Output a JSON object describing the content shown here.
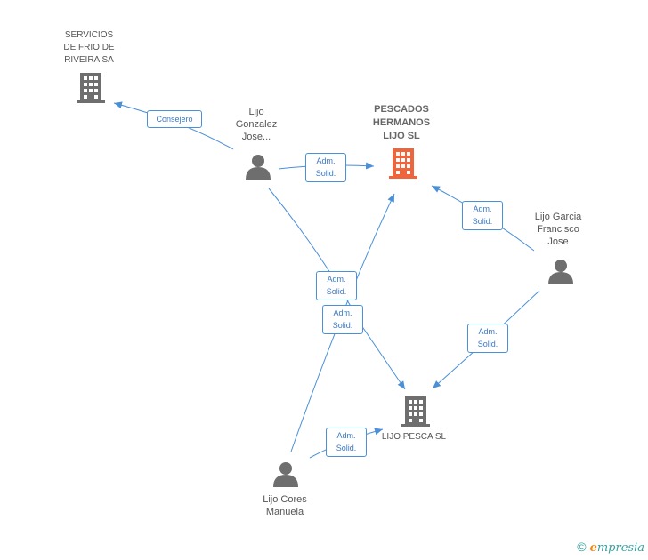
{
  "nodes": {
    "servicios": {
      "lines": [
        "SERVICIOS",
        "DE FRIO DE",
        "RIVEIRA SA"
      ]
    },
    "pescados": {
      "lines": [
        "PESCADOS",
        "HERMANOS",
        "LIJO SL"
      ]
    },
    "lijo_pesca": {
      "lines": [
        "LIJO PESCA SL"
      ]
    },
    "gonzalez": {
      "lines": [
        "Lijo",
        "Gonzalez",
        "Jose..."
      ]
    },
    "garcia": {
      "lines": [
        "Lijo Garcia",
        "Francisco",
        "Jose"
      ]
    },
    "cores": {
      "lines": [
        "Lijo Cores",
        "Manuela"
      ]
    }
  },
  "edges": {
    "consejero": {
      "lines": [
        "Consejero"
      ]
    },
    "gonzalez_pescados": {
      "lines": [
        "Adm.",
        "Solid."
      ]
    },
    "garcia_pescados": {
      "lines": [
        "Adm.",
        "Solid."
      ]
    },
    "gonzalez_lijopesca": {
      "lines": [
        "Adm.",
        "Solid."
      ]
    },
    "cores_pescados": {
      "lines": [
        "Adm.",
        "Solid."
      ]
    },
    "garcia_lijopesca": {
      "lines": [
        "Adm.",
        "Solid."
      ]
    },
    "cores_lijopesca": {
      "lines": [
        "Adm.",
        "Solid."
      ]
    }
  },
  "colors": {
    "edge": "#4a90d9",
    "main_company": "#f0643c",
    "company": "#6e6e6e",
    "person": "#6e6e6e"
  },
  "brand": {
    "copyright": "©",
    "e": "e",
    "rest": "mpresia"
  }
}
